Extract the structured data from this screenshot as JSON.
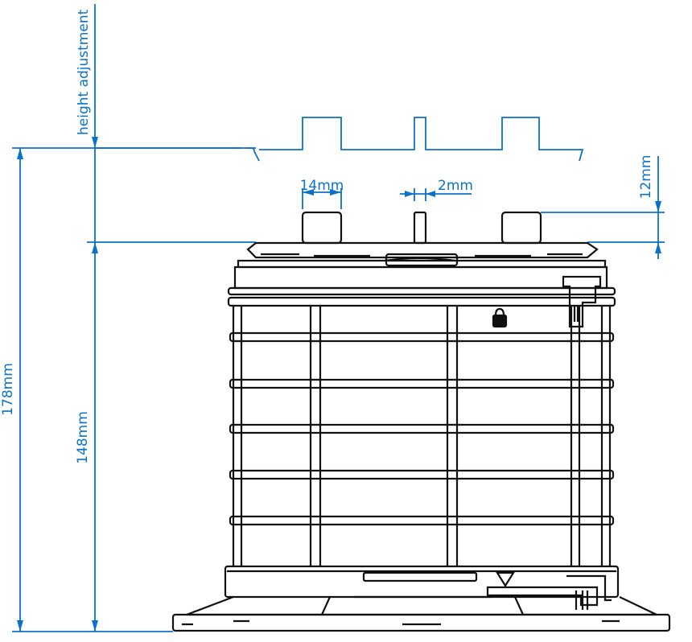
{
  "colors": {
    "dimension": "#0b72c9",
    "outline": "#111111",
    "background": "#ffffff"
  },
  "labels": {
    "height_adjustment": "height adjustment",
    "total_height": "178mm",
    "base_height": "148mm",
    "tab_width": "14mm",
    "gap_width": "2mm",
    "tab_height": "12mm"
  }
}
